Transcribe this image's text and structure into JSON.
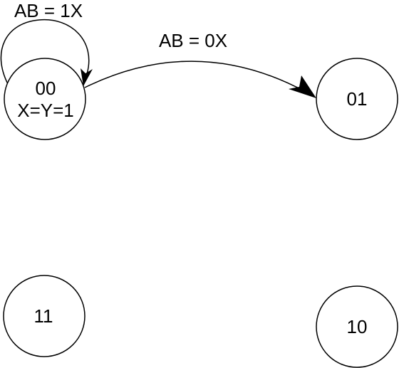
{
  "states": {
    "s00": {
      "name": "00",
      "output": "X=Y=1"
    },
    "s01": {
      "name": "01"
    },
    "s11": {
      "name": "11"
    },
    "s10": {
      "name": "10"
    }
  },
  "transitions": {
    "self_loop_00": {
      "label": "AB = 1X"
    },
    "t_00_to_01": {
      "label": "AB = 0X"
    }
  }
}
